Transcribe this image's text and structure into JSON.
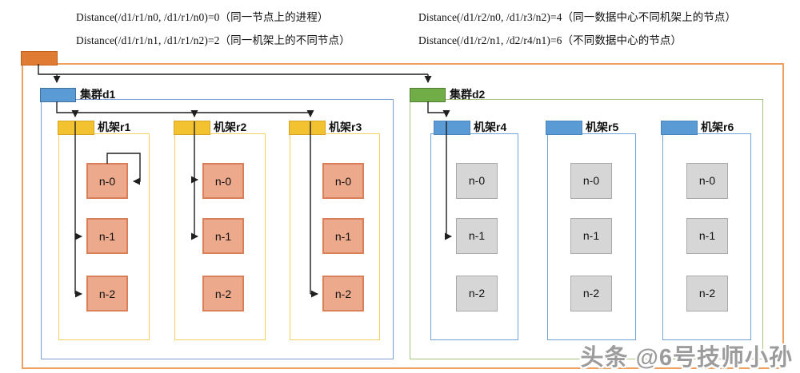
{
  "annotations": [
    "Distance(/d1/r1/n0, /d1/r1/n0)=0（同一节点上的进程）",
    "Distance(/d1/r1/n1, /d1/r1/n2)=2（同一机架上的不同节点）",
    "Distance(/d1/r2/n0, /d1/r3/n2)=4（同一数据中心不同机架上的节点）",
    "Distance(/d1/r2/n1, /d2/r4/n1)=6（不同数据中心的节点）"
  ],
  "clusters": [
    {
      "label": "集群d1",
      "racks": [
        {
          "label": "机架r1",
          "nodes": [
            "n-0",
            "n-1",
            "n-2"
          ]
        },
        {
          "label": "机架r2",
          "nodes": [
            "n-0",
            "n-1",
            "n-2"
          ]
        },
        {
          "label": "机架r3",
          "nodes": [
            "n-0",
            "n-1",
            "n-2"
          ]
        }
      ]
    },
    {
      "label": "集群d2",
      "racks": [
        {
          "label": "机架r4",
          "nodes": [
            "n-0",
            "n-1",
            "n-2"
          ]
        },
        {
          "label": "机架r5",
          "nodes": [
            "n-0",
            "n-1",
            "n-2"
          ]
        },
        {
          "label": "机架r6",
          "nodes": [
            "n-0",
            "n-1",
            "n-2"
          ]
        }
      ]
    }
  ],
  "watermark": {
    "text": "头条 @6号技师小孙"
  },
  "colors": {
    "root_fill": "#e07b33",
    "root_border": "#c05f16",
    "outer_border": "#eda05f",
    "d1_fill": "#5b9bd5",
    "d1_box_border": "#41719c",
    "d1_border": "#7f9fd4",
    "d2_fill": "#70ad47",
    "d2_box_border": "#507e32",
    "d2_border": "#a5c27f",
    "rack1_header": "#f2c231",
    "rack1_header_border": "#d6a31f",
    "rack1_border": "#f2d15f",
    "rack2_header": "#5b9bd5",
    "rack2_header_border": "#4a85bd",
    "rack2_border": "#6fa3d7",
    "node1_fill": "#eca98c",
    "node1_border": "#d9805a",
    "node2_fill": "#d6d6d6",
    "node2_border": "#a9a9a9",
    "line": "#1f1f1f",
    "watermark": "#9c9c9c"
  }
}
